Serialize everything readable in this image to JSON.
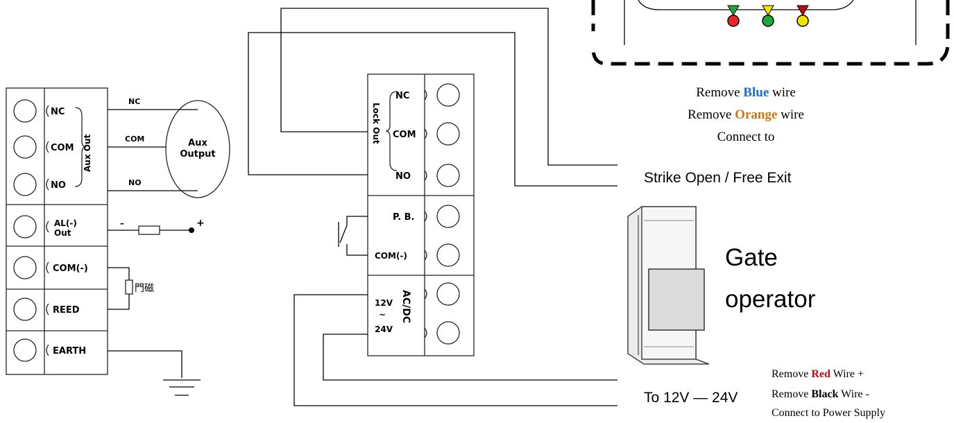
{
  "left_block": {
    "terminals": [
      "NC",
      "COM",
      "NO",
      "AL(-)",
      "Out",
      "COM(-)",
      "REED",
      "EARTH"
    ],
    "aux_out_label": "Aux Out",
    "aux_output_circle": [
      "Aux",
      "Output"
    ],
    "wire_labels": [
      "NC",
      "COM",
      "NO"
    ],
    "alarm_minus": "–",
    "alarm_plus": "+",
    "door_sensor_label": "門磁"
  },
  "center_block": {
    "lock_out_label": "Lock Out",
    "lock_terminals": [
      "NC",
      "COM",
      "NO"
    ],
    "pb_terminals": [
      "P. B.",
      "COM(-)"
    ],
    "power_voltage": [
      "12V",
      "~",
      "24V"
    ],
    "power_type": "AC/DC"
  },
  "right_side": {
    "remove_line1_prefix": "Remove ",
    "remove_line1_color_word": "Blue",
    "remove_line1_suffix": " wire",
    "remove_line2_prefix": "Remove ",
    "remove_line2_color_word": "Orange",
    "remove_line2_suffix": " wire",
    "connect_to": "Connect to",
    "strike_label": "Strike Open / Free Exit",
    "gate_label_line1": "Gate",
    "gate_label_line2": "operator",
    "supply_label": "To 12V — 24V",
    "power_line1_prefix": "Remove ",
    "power_line1_color_word": "Red",
    "power_line1_suffix": " Wire  +",
    "power_line2_prefix": "Remove ",
    "power_line2_color_word": "Black",
    "power_line2_suffix": " Wire -",
    "power_line3": "Connect to Power Supply"
  },
  "colors": {
    "blue": "#1a6fbf",
    "orange": "#c8741c",
    "red": "#b01010",
    "black": "#000000",
    "led_red": "#e8262a",
    "led_green": "#22a83a",
    "led_yellow": "#f2e200"
  }
}
